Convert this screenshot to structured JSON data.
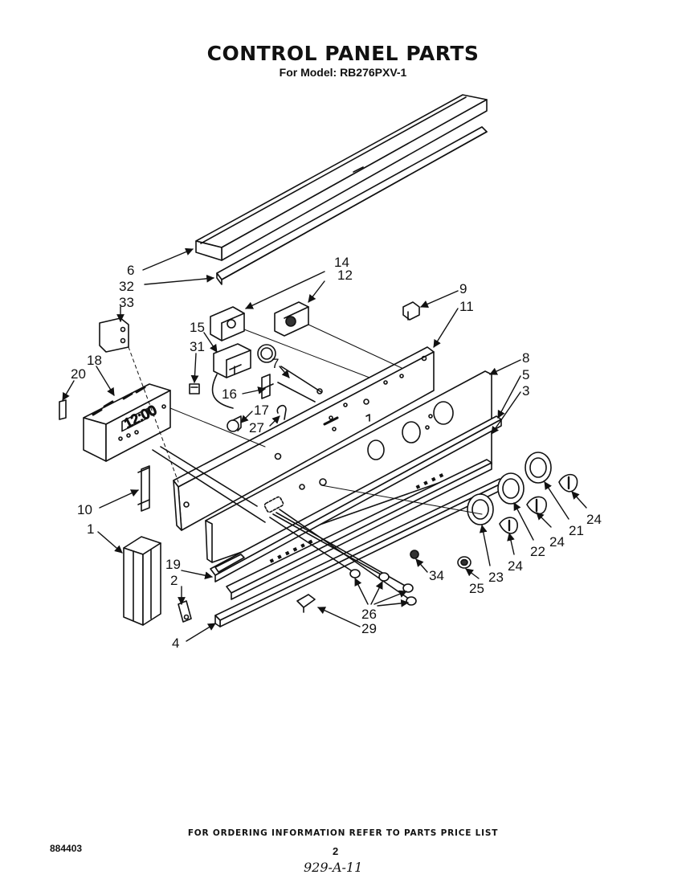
{
  "header": {
    "title": "CONTROL PANEL PARTS",
    "subtitle": "For Model: RB276PXV-1"
  },
  "footer": {
    "ordering_note": "FOR ORDERING INFORMATION REFER TO PARTS PRICE LIST",
    "document_number": "884403",
    "page_number": "2",
    "handwritten_code": "929-A-11"
  },
  "callouts": {
    "c1": "1",
    "c2": "2",
    "c3": "3",
    "c4": "4",
    "c5": "5",
    "c6": "6",
    "c7": "7",
    "c8": "8",
    "c9": "9",
    "c10": "10",
    "c11": "11",
    "c12": "12",
    "c14": "14",
    "c15": "15",
    "c16": "16",
    "c17": "17",
    "c18": "18",
    "c19": "19",
    "c20": "20",
    "c21": "21",
    "c22": "22",
    "c23": "23",
    "c24a": "24",
    "c24b": "24",
    "c24c": "24",
    "c25": "25",
    "c26": "26",
    "c27": "27",
    "c29": "29",
    "c31": "31",
    "c32": "32",
    "c33": "33",
    "c34": "34"
  },
  "clock_display": "12:00"
}
